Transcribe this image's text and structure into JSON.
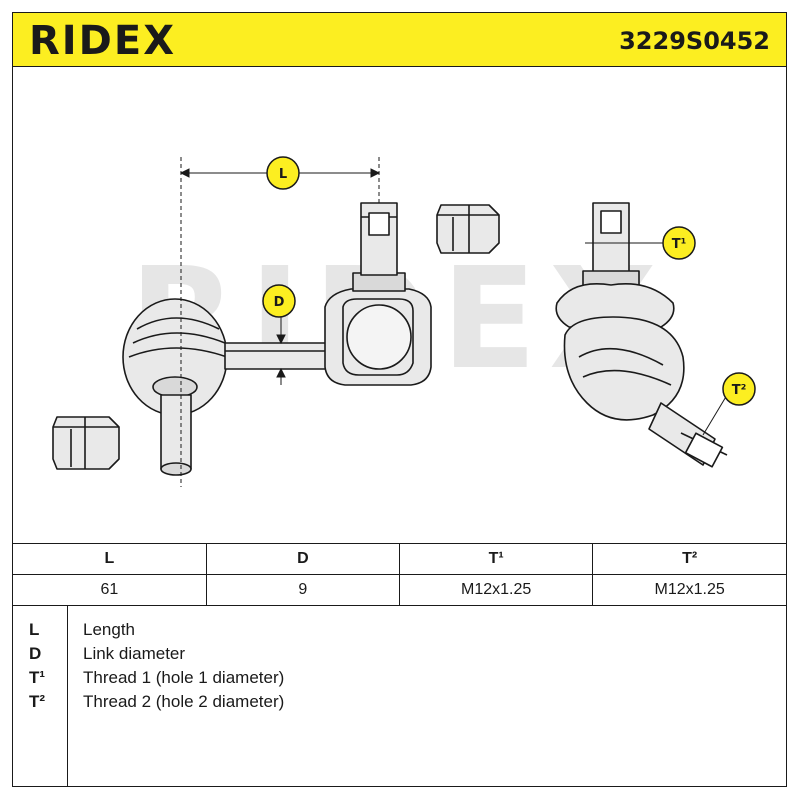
{
  "header": {
    "brand": "RIDEX",
    "part_number": "3229S0452",
    "accent_color": "#fcee21"
  },
  "drawing": {
    "watermark": "RIDEX",
    "callouts": {
      "L": "L",
      "D": "D",
      "T1": "T¹",
      "T2": "T²"
    },
    "callout_color": "#fcee21"
  },
  "specs": {
    "headers": [
      "L",
      "D",
      "T¹",
      "T²"
    ],
    "values": [
      "61",
      "9",
      "M12x1.25",
      "M12x1.25"
    ]
  },
  "legend": [
    {
      "symbol": "L",
      "description": "Length"
    },
    {
      "symbol": "D",
      "description": "Link diameter"
    },
    {
      "symbol": "T¹",
      "description": "Thread 1 (hole 1 diameter)"
    },
    {
      "symbol": "T²",
      "description": "Thread 2 (hole 2 diameter)"
    }
  ]
}
